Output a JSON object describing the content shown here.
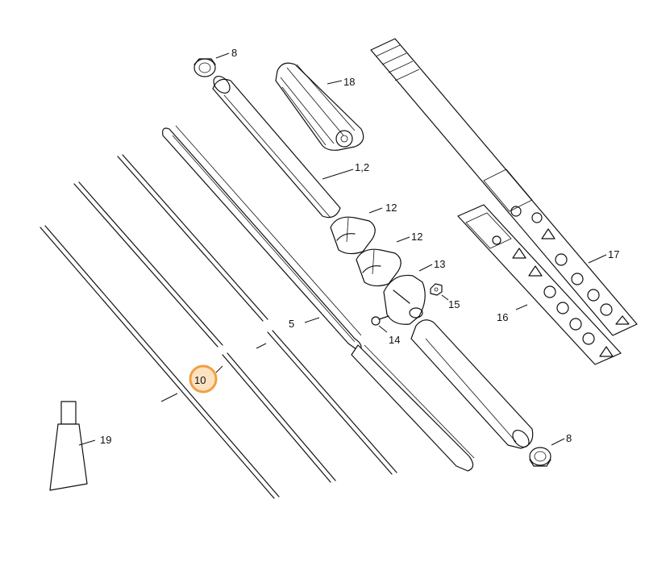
{
  "callouts": [
    {
      "id": "c8a",
      "text": "8"
    },
    {
      "id": "c18",
      "text": "18"
    },
    {
      "id": "c12",
      "text": "1,2"
    },
    {
      "id": "c12a",
      "text": "12"
    },
    {
      "id": "c12b",
      "text": "12"
    },
    {
      "id": "c13",
      "text": "13"
    },
    {
      "id": "c15",
      "text": "15"
    },
    {
      "id": "c5",
      "text": "5"
    },
    {
      "id": "c14",
      "text": "14"
    },
    {
      "id": "c16",
      "text": "16"
    },
    {
      "id": "c17",
      "text": "17"
    },
    {
      "id": "c10",
      "text": "10"
    },
    {
      "id": "c19",
      "text": "19"
    },
    {
      "id": "c8b",
      "text": "8"
    }
  ],
  "highlight": {
    "callout": "10",
    "color": "#f0a040"
  },
  "colors": {
    "ink": "#111111",
    "background": "#ffffff",
    "highlight_ring": "#f0a040",
    "highlight_fill": "#fde2c2"
  }
}
